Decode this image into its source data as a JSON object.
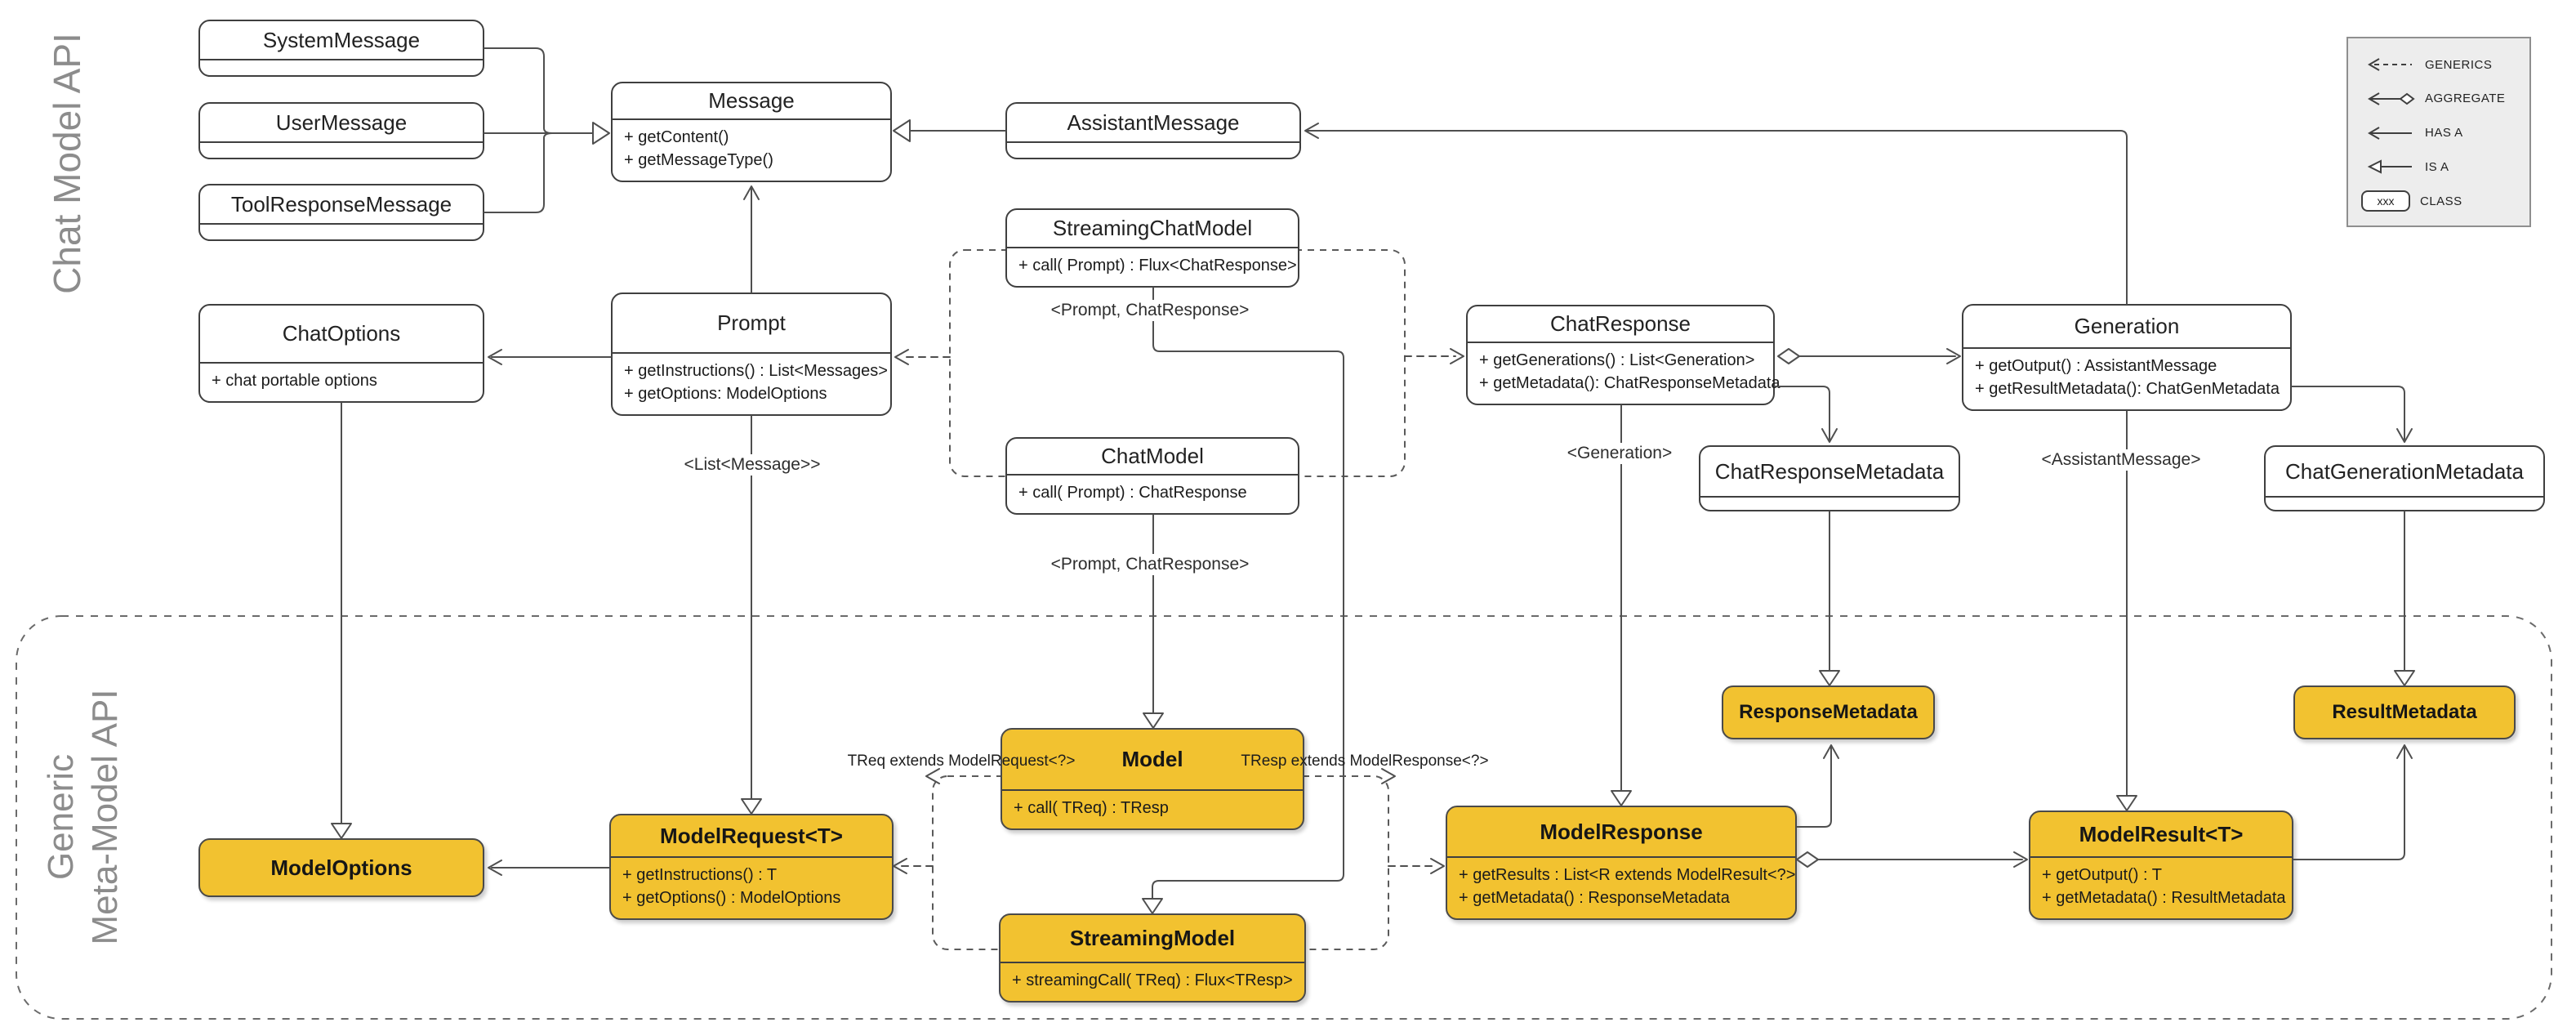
{
  "sections": {
    "chat_api": "Chat Model API",
    "generic_api_line1": "Generic",
    "generic_api_line2": "Meta-Model API"
  },
  "classes": {
    "system_message": {
      "name": "SystemMessage"
    },
    "user_message": {
      "name": "UserMessage"
    },
    "tool_response_message": {
      "name": "ToolResponseMessage"
    },
    "message": {
      "name": "Message",
      "methods": [
        "+ getContent()",
        "+ getMessageType()"
      ]
    },
    "assistant_message": {
      "name": "AssistantMessage"
    },
    "streaming_chat_model": {
      "name": "StreamingChatModel",
      "methods": [
        "+ call( Prompt) : Flux<ChatResponse>"
      ]
    },
    "chat_options": {
      "name": "ChatOptions",
      "methods": [
        "+ chat portable options"
      ]
    },
    "prompt": {
      "name": "Prompt",
      "methods": [
        "+ getInstructions() : List<Messages>",
        "+ getOptions: ModelOptions"
      ]
    },
    "chat_model": {
      "name": "ChatModel",
      "methods": [
        "+ call( Prompt) : ChatResponse"
      ]
    },
    "chat_response": {
      "name": "ChatResponse",
      "methods": [
        "+ getGenerations() : List<Generation>",
        "+ getMetadata(): ChatResponseMetadata"
      ]
    },
    "generation": {
      "name": "Generation",
      "methods": [
        "+ getOutput() : AssistantMessage",
        "+ getResultMetadata(): ChatGenMetadata"
      ]
    },
    "chat_response_metadata": {
      "name": "ChatResponseMetadata"
    },
    "chat_generation_metadata": {
      "name": "ChatGenerationMetadata"
    },
    "response_metadata": {
      "name": "ResponseMetadata"
    },
    "result_metadata": {
      "name": "ResultMetadata"
    },
    "model": {
      "name": "Model",
      "methods": [
        "+ call( TReq) : TResp"
      ]
    },
    "model_options": {
      "name": "ModelOptions"
    },
    "model_request": {
      "name": "ModelRequest<T>",
      "methods": [
        "+ getInstructions() : T",
        "+ getOptions() : ModelOptions"
      ]
    },
    "model_response": {
      "name": "ModelResponse",
      "methods": [
        "+ getResults : List<R extends ModelResult<?>",
        "+ getMetadata() : ResponseMetadata"
      ]
    },
    "model_result": {
      "name": "ModelResult<T>",
      "methods": [
        "+ getOutput() : T",
        "+ getMetadata() : ResultMetadata"
      ]
    },
    "streaming_model": {
      "name": "StreamingModel",
      "methods": [
        "+ streamingCall( TReq) : Flux<TResp>"
      ]
    }
  },
  "line_labels": {
    "streaming_generic": "<Prompt, ChatResponse>",
    "chat_model_generic": "<Prompt, ChatResponse>",
    "prompt_generic": "<List<Message>>",
    "chat_response_generic": "<Generation>",
    "generation_generic": "<AssistantMessage>",
    "treq_bound": "TReq extends ModelRequest<?>",
    "tresp_bound": "TResp extends ModelResponse<?>"
  },
  "legend": {
    "items": [
      {
        "label": "GENERICS"
      },
      {
        "label": "AGGREGATE"
      },
      {
        "label": "HAS A"
      },
      {
        "label": "IS A"
      },
      {
        "label": "CLASS",
        "sample": "xxx"
      }
    ]
  },
  "colors": {
    "accent_yellow": "#F2C230",
    "line": "#4f4f4f",
    "muted_text": "#8c8c8c"
  }
}
